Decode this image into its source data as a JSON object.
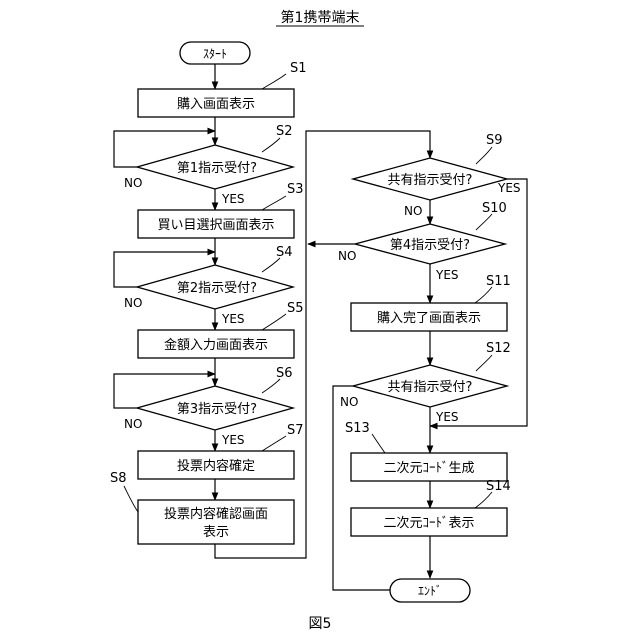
{
  "header": {
    "title": "第1携帯端末"
  },
  "figure_label": "図5",
  "terminals": {
    "start": "ｽﾀｰﾄ",
    "end": "ｴﾝﾄﾞ"
  },
  "steps": {
    "s1": {
      "id": "S1",
      "label": "購入画面表示"
    },
    "s2": {
      "id": "S2",
      "label": "第1指示受付?"
    },
    "s3": {
      "id": "S3",
      "label": "買い目選択画面表示"
    },
    "s4": {
      "id": "S4",
      "label": "第2指示受付?"
    },
    "s5": {
      "id": "S5",
      "label": "金額入力画面表示"
    },
    "s6": {
      "id": "S6",
      "label": "第3指示受付?"
    },
    "s7": {
      "id": "S7",
      "label": "投票内容確定"
    },
    "s8": {
      "id": "S8",
      "line1": "投票内容確認画面",
      "line2": "表示"
    },
    "s9": {
      "id": "S9",
      "label": "共有指示受付?"
    },
    "s10": {
      "id": "S10",
      "label": "第4指示受付?"
    },
    "s11": {
      "id": "S11",
      "label": "購入完了画面表示"
    },
    "s12": {
      "id": "S12",
      "label": "共有指示受付?"
    },
    "s13": {
      "id": "S13",
      "label": "二次元ｺｰﾄﾞ生成"
    },
    "s14": {
      "id": "S14",
      "label": "二次元ｺｰﾄﾞ表示"
    }
  },
  "branch_labels": {
    "yes": "YES",
    "no": "NO"
  }
}
